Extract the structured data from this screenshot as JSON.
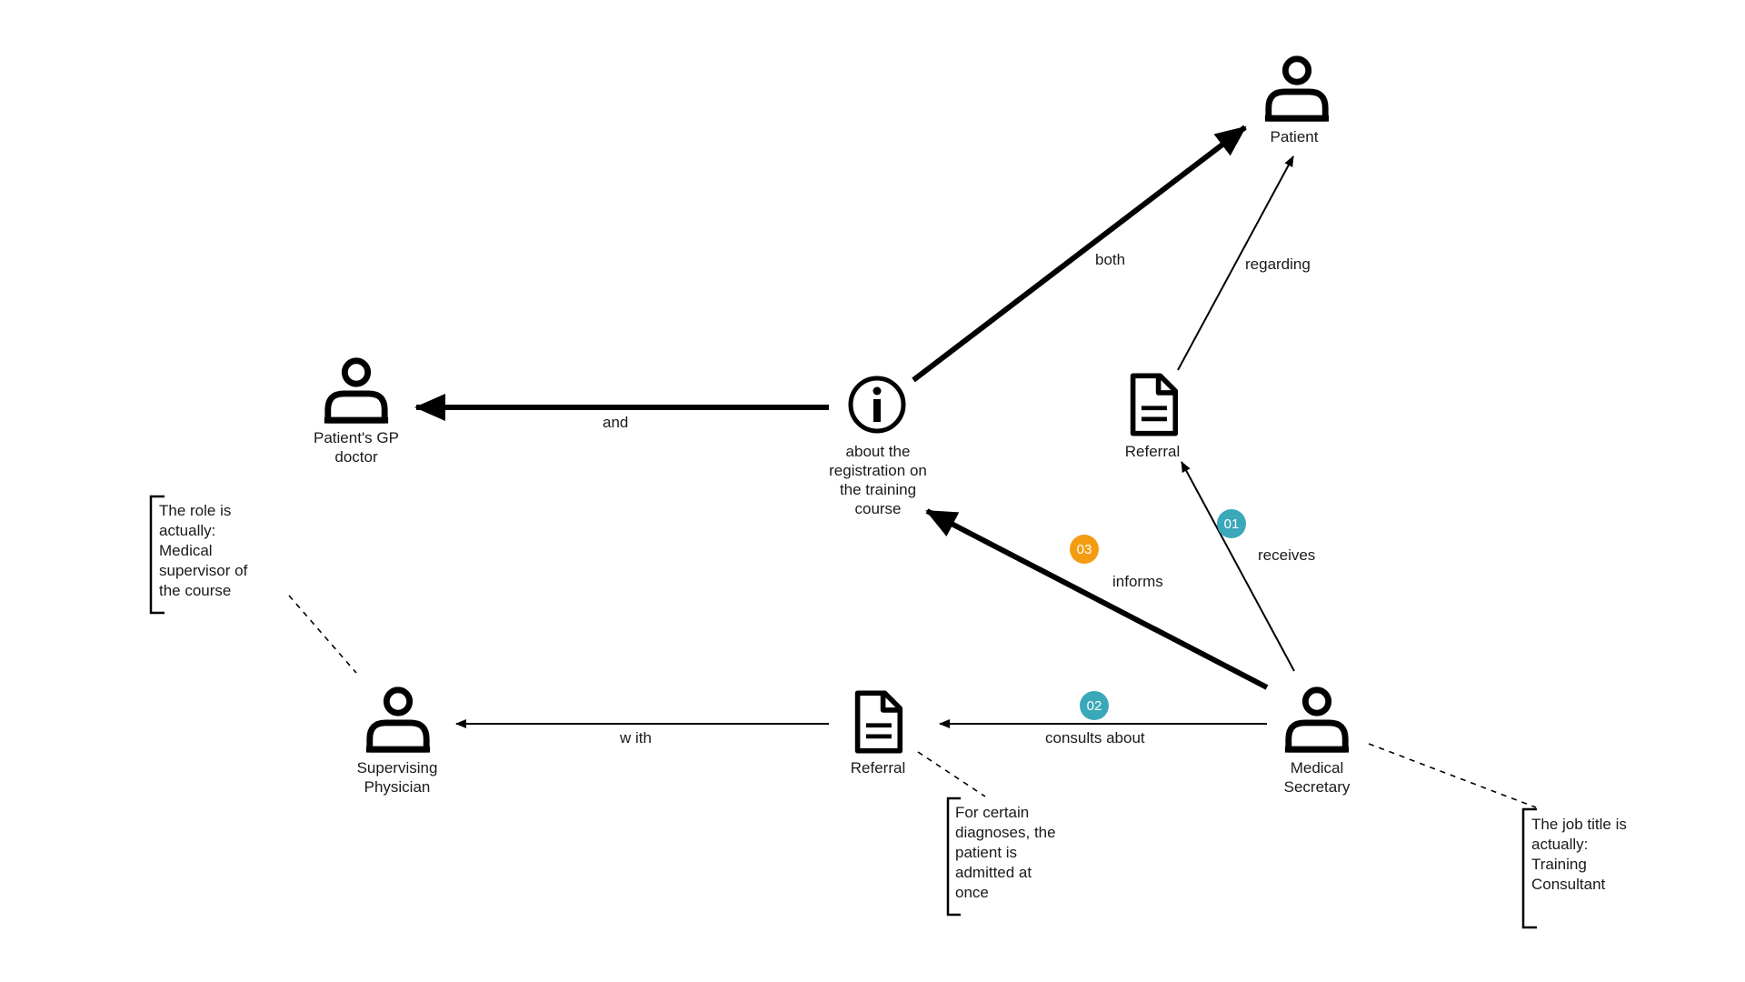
{
  "colors": {
    "badge_teal": "#3aa8b8",
    "badge_orange": "#f39c12",
    "line": "#000000"
  },
  "nodes": {
    "patient": {
      "icon": "person-icon",
      "label": [
        "Patient"
      ]
    },
    "gp_doctor": {
      "icon": "person-icon",
      "label": [
        "Patient's GP",
        "doctor"
      ]
    },
    "information": {
      "icon": "info-icon",
      "label": [
        "about the",
        "registration on",
        "the training",
        "course"
      ]
    },
    "referral_top": {
      "icon": "document-icon",
      "label": [
        "Referral"
      ]
    },
    "supervising_physician": {
      "icon": "person-icon",
      "label": [
        "Supervising",
        "Physician"
      ]
    },
    "referral_bottom": {
      "icon": "document-icon",
      "label": [
        "Referral"
      ]
    },
    "medical_secretary": {
      "icon": "person-icon",
      "label": [
        "Medical",
        "Secretary"
      ]
    }
  },
  "edges": {
    "both": "both",
    "regarding": "regarding",
    "and": "and",
    "receives": "receives",
    "informs": "informs",
    "consults_about": "consults about",
    "with": "w ith"
  },
  "badges": {
    "b01": "01",
    "b02": "02",
    "b03": "03"
  },
  "notes": {
    "role": [
      "The role is",
      "actually:",
      "Medical",
      "supervisor of",
      "the course"
    ],
    "diagnoses": [
      "For certain",
      "diagnoses, the",
      "patient is",
      "admitted at",
      "once"
    ],
    "job_title": [
      "The job title is",
      "actually:",
      "Training",
      "Consultant"
    ]
  }
}
